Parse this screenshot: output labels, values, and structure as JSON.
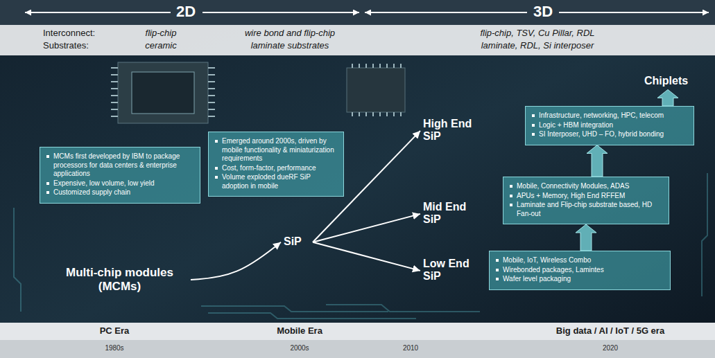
{
  "diagram": {
    "nodes": [
      {
        "text": [
          "MCMs first developed by IBM to package processors for data centers & enterprise applications",
          "Expensive, low volume, low yield",
          "Customized supply chain"
        ]
      },
      {
        "text": [
          "Emerged around 2000s, driven by mobile functionality & miniaturization requirements",
          "Cost, form-factor, performance",
          "Volume exploded dueRF SiP adoption in mobile"
        ]
      },
      {
        "text": [
          "Multi-chip modules (MCMs)"
        ]
      },
      {
        "text": [
          "SiP"
        ]
      },
      {
        "text": [
          "High End SiP"
        ]
      },
      {
        "text": [
          "Mid End SiP"
        ]
      },
      {
        "text": [
          "Low End SiP"
        ]
      },
      {
        "text": [
          "Infrastructure, networking, HPC, telecom",
          "Logic + HBM integration",
          "SI Interposer, UHD – FO, hybrid bonding"
        ]
      },
      {
        "text": [
          "Mobile, Connectivity Modules, ADAS",
          "APUs + Memory, High End RFFEM",
          "Laminate and Flip-chip substrate based, HD Fan-out"
        ]
      },
      {
        "text": [
          "Mobile, IoT, Wireless Combo",
          "Wirebonded packages, Lamintes",
          "Wafer level packaging"
        ]
      },
      {
        "text": [
          "Chiplets"
        ]
      }
    ],
    "edges": [
      {
        "from": 2,
        "to": 3,
        "arrow": "to"
      },
      {
        "from": 3,
        "to": 4,
        "arrow": "to"
      },
      {
        "from": 3,
        "to": 5,
        "arrow": "to"
      },
      {
        "from": 3,
        "to": 6,
        "arrow": "to"
      },
      {
        "from": 9,
        "to": 8,
        "arrow": "to"
      },
      {
        "from": 8,
        "to": 7,
        "arrow": "to"
      },
      {
        "from": 7,
        "to": 10,
        "arrow": "to"
      }
    ],
    "labels": [
      "2D",
      "3D",
      "Interconnect:",
      "flip-chip",
      "wire bond and flip-chip",
      "flip-chip, TSV, Cu Pillar, RDL",
      "Substrates:",
      "ceramic",
      "laminate substrates",
      "laminate, RDL, Si interposer",
      "PC Era",
      "1980s",
      "Mobile Era",
      "2000s",
      "2010",
      "Big data / AI / IoT / 5G era",
      "2020"
    ]
  }
}
